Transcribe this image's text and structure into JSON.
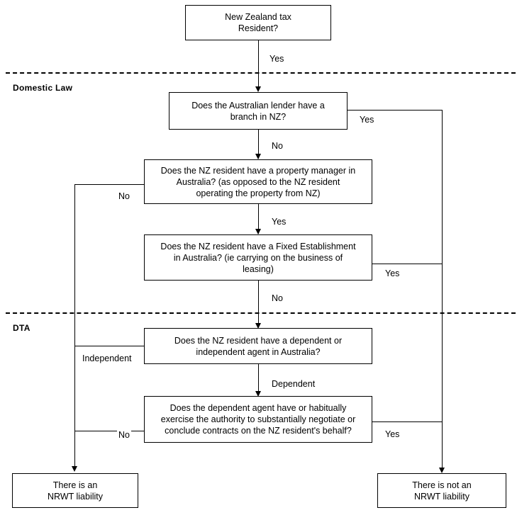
{
  "diagram": {
    "title": "NRWT liability decision flowchart",
    "background": "#ffffff",
    "line_color": "#000000"
  },
  "bands": [
    {
      "id": "domestic-law",
      "label": "Domestic Law"
    },
    {
      "id": "dta",
      "label": "DTA"
    }
  ],
  "nodes": {
    "start": {
      "line1": "New Zealand tax",
      "line2": "Resident?"
    },
    "branch_nz": {
      "line1": "Does the Australian lender have a",
      "line2": "branch in NZ?"
    },
    "property_manager": {
      "line1": "Does the NZ resident have a property manager in",
      "line2": "Australia? (as opposed to the NZ resident",
      "line3": "operating the property from NZ)"
    },
    "fixed_establishment": {
      "line1": "Does the NZ resident have a Fixed Establishment",
      "line2": "in Australia? (ie carrying on the business of",
      "line3": "leasing)"
    },
    "agent_type": {
      "line1": "Does the NZ resident have a dependent or",
      "line2": "independent agent in Australia?"
    },
    "agent_authority": {
      "line1": "Does the dependent agent have or habitually",
      "line2": "exercise the authority to substantially negotiate or",
      "line3": "conclude contracts on the NZ resident's behalf?"
    },
    "liable": {
      "line1": "There is an",
      "line2": "NRWT liability"
    },
    "not_liable": {
      "line1": "There is not an",
      "line2": "NRWT liability"
    }
  },
  "edge_labels": {
    "start_yes": "Yes",
    "branch_yes": "Yes",
    "branch_no": "No",
    "property_manager_no": "No",
    "property_manager_yes": "Yes",
    "fixed_establishment_yes": "Yes",
    "fixed_establishment_no": "No",
    "agent_independent": "Independent",
    "agent_dependent": "Dependent",
    "authority_no": "No",
    "authority_yes": "Yes"
  }
}
